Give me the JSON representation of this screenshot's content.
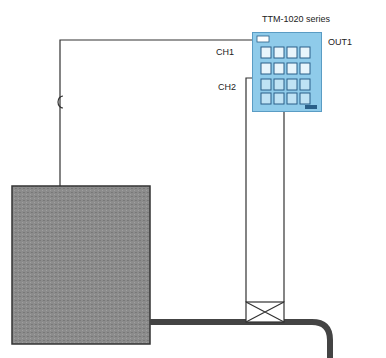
{
  "diagram": {
    "nodes": [
      {
        "text": [
          "TTM-1020 series"
        ]
      }
    ],
    "labels": [
      "CH1",
      "CH2",
      "OUT1"
    ]
  }
}
